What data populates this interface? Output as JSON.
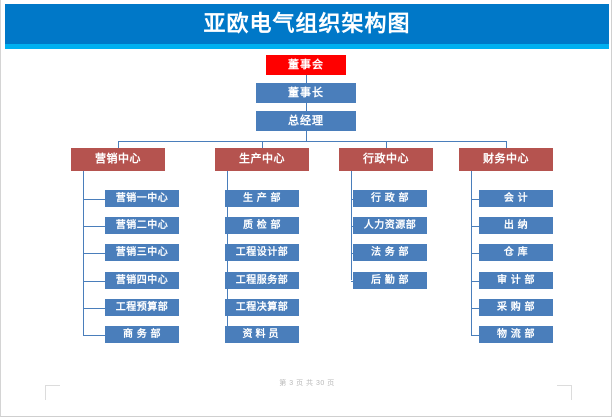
{
  "document": {
    "title": "亚欧电气组织架构图",
    "footer": "第 3 页 共 30 页"
  },
  "colors": {
    "banner": "#0078c8",
    "banner_strip": "#00b0f0",
    "root_box": "#ff0000",
    "chain_box": "#4a7ebb",
    "center_box": "#b5534f",
    "leaf_box": "#4a7ebb",
    "connector": "#4a7ebb",
    "text": "#ffffff"
  },
  "chart_data": {
    "type": "diagram",
    "title": "亚欧电气组织架构图",
    "root": {
      "label": "董事会",
      "style": "root"
    },
    "chain": [
      {
        "label": "董事长",
        "style": "chain"
      },
      {
        "label": "总经理",
        "style": "chain"
      }
    ],
    "branches": [
      {
        "label": "营销中心",
        "children": [
          "营销一中心",
          "营销二中心",
          "营销三中心",
          "营销四中心",
          "工程预算部",
          "商 务 部"
        ]
      },
      {
        "label": "生产中心",
        "children": [
          "生 产 部",
          "质 检 部",
          "工程设计部",
          "工程服务部",
          "工程决算部",
          "资料员"
        ]
      },
      {
        "label": "行政中心",
        "children": [
          "行 政 部",
          "人力资源部",
          "法 务 部",
          "后 勤 部"
        ]
      },
      {
        "label": "财务中心",
        "children": [
          "会 计",
          "出 纳",
          "仓 库",
          "审 计 部",
          "采 购 部",
          "物 流 部"
        ]
      }
    ]
  }
}
